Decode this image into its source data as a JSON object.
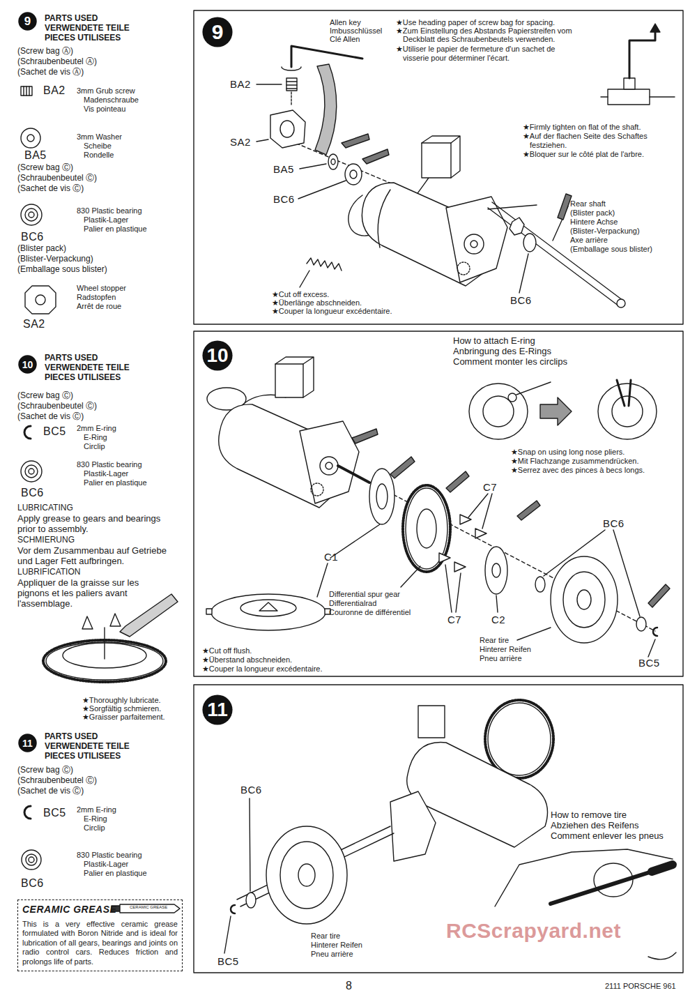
{
  "diagram": {
    "nodes": [
      {
        "text": [
          "9"
        ]
      },
      {
        "text": [
          "9"
        ]
      },
      {
        "text": [
          "10"
        ]
      },
      {
        "text": [
          "10"
        ]
      },
      {
        "text": [
          "11"
        ]
      },
      {
        "text": [
          "11"
        ]
      },
      {
        "text": [
          "CERAMIC GREASE",
          "This is a very effective ceramic grease formulated with Boron Nitride and is ideal for lubrication of all gears, bearings and joints on radio control cars. Reduces friction and prolongs life of parts."
        ]
      }
    ],
    "labels": [
      "PARTS USED",
      "VERWENDETE TEILE",
      "PIECES UTILISEES",
      "(Screw bag Ⓐ)",
      "(Schraubenbeutel Ⓐ)",
      "(Sachet de vis Ⓐ)",
      "BA2",
      "3mm Grub screw",
      "Madenschraube",
      "Vis pointeau",
      "BA5",
      "3mm Washer",
      "Scheibe",
      "Rondelle",
      "(Screw bag Ⓒ)",
      "(Schraubenbeutel Ⓒ)",
      "(Sachet de vis Ⓒ)",
      "830 Plastic bearing",
      "Plastik-Lager",
      "Palier en plastique",
      "BC6",
      "(Blister pack)",
      "(Blister-Verpackung)",
      "(Emballage sous blister)",
      "Wheel stopper",
      "Radstopfen",
      "Arrêt de roue",
      "SA2",
      "PARTS USED",
      "VERWENDETE TEILE",
      "PIECES UTILISEES",
      "(Screw bag Ⓒ)",
      "(Schraubenbeutel Ⓒ)",
      "(Sachet de vis Ⓒ)",
      "BC5",
      "2mm E-ring",
      "E-Ring",
      "Circlip",
      "830 Plastic bearing",
      "Plastik-Lager",
      "Palier en plastique",
      "BC6",
      "LUBRICATING",
      "Apply grease to gears and bearings",
      "prior to assembly.",
      "SCHMIERUNG",
      "Vor dem Zusammenbau auf Getriebe",
      "und Lager Fett aufbringen.",
      "LUBRIFICATION",
      "Appliquer de la graisse sur les",
      "pignons et les paliers avant",
      "l'assemblage.",
      "★Thoroughly lubricate.",
      "★Sorgfältig schmieren.",
      "★Graisser parfaitement.",
      "PARTS USED",
      "VERWENDETE TEILE",
      "PIECES UTILISEES",
      "(Screw bag Ⓒ)",
      "(Schraubenbeutel Ⓒ)",
      "(Sachet de vis Ⓒ)",
      "BC5",
      "2mm E-ring",
      "E-Ring",
      "Circlip",
      "830 Plastic bearing",
      "Plastik-Lager",
      "Palier en plastique",
      "BC6",
      "Allen key",
      "Imbusschlüssel",
      "Clé Allen",
      "★Use heading paper of screw bag for spacing.",
      "★Zum Einstellung des Abstands Papierstreifen vom",
      "Deckblatt des Schraubenbeutels verwenden.",
      "★Utiliser le papier de fermeture d'un sachet de",
      "visserie pour déterminer l'écart.",
      "BA2",
      "SA2",
      "BA5",
      "BC6",
      "★Firmly tighten on flat of the shaft.",
      "★Auf der flachen Seite des Schaftes",
      "festziehen.",
      "★Bloquer sur le côté plat de l'arbre.",
      "Rear shaft",
      "(Blister pack)",
      "Hintere Achse",
      "(Blister-Verpackung)",
      "Axe arrière",
      "(Emballage sous blister)",
      "BC6",
      "★Cut off excess.",
      "★Überlänge abschneiden.",
      "★Couper la longueur excédentaire.",
      "How to attach E-ring",
      "Anbringung des E-Rings",
      "Comment monter les circlips",
      "★Snap on using long nose pliers.",
      "★Mit Flachzange zusammendrücken.",
      "★Serrez avec des pinces à becs longs.",
      "C7",
      "BC6",
      "C1",
      "C7",
      "Differential spur gear",
      "Differentialrad",
      "Couronne de différentiel",
      "C2",
      "Rear tire",
      "Hinterer Reifen",
      "Pneu arrière",
      "BC5",
      "★Cut off flush.",
      "★Überstand abschneiden.",
      "★Couper la longueur excédentaire.",
      "BC6",
      "How to remove tire",
      "Abziehen des Reifens",
      "Comment enlever les pneus",
      "Rear tire",
      "Hinterer Reifen",
      "Pneu arrière",
      "BC5",
      "8",
      "2111 PORSCHE 961",
      "RCScrapyard.net",
      "CERAMIC GREASE"
    ]
  }
}
